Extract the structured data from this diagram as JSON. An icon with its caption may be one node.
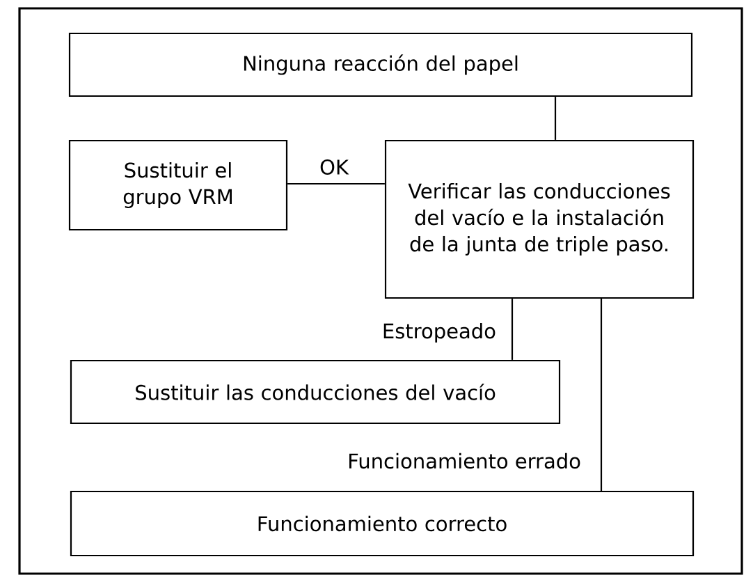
{
  "diagram": {
    "nodes": [
      {
        "text": [
          "Ninguna reacción del papel"
        ]
      },
      {
        "text": [
          "Sustituir el grupo VRM"
        ]
      },
      {
        "text": [
          "Verificar las conducciones del vacío e la instalación de la junta de triple paso."
        ]
      },
      {
        "text": [
          "Sustituir las conducciones del vacío"
        ]
      },
      {
        "text": [
          "Funcionamiento correcto"
        ]
      }
    ],
    "edges": [
      {
        "from": 0,
        "to": 2,
        "arrow": "none"
      },
      {
        "from": 2,
        "to": 1,
        "arrow": "none",
        "label": "OK"
      },
      {
        "from": 2,
        "to": 3,
        "arrow": "none",
        "label": "Estropeado"
      },
      {
        "from": 2,
        "to": 4,
        "arrow": "none",
        "label": "Funcionamiento errado"
      }
    ]
  }
}
